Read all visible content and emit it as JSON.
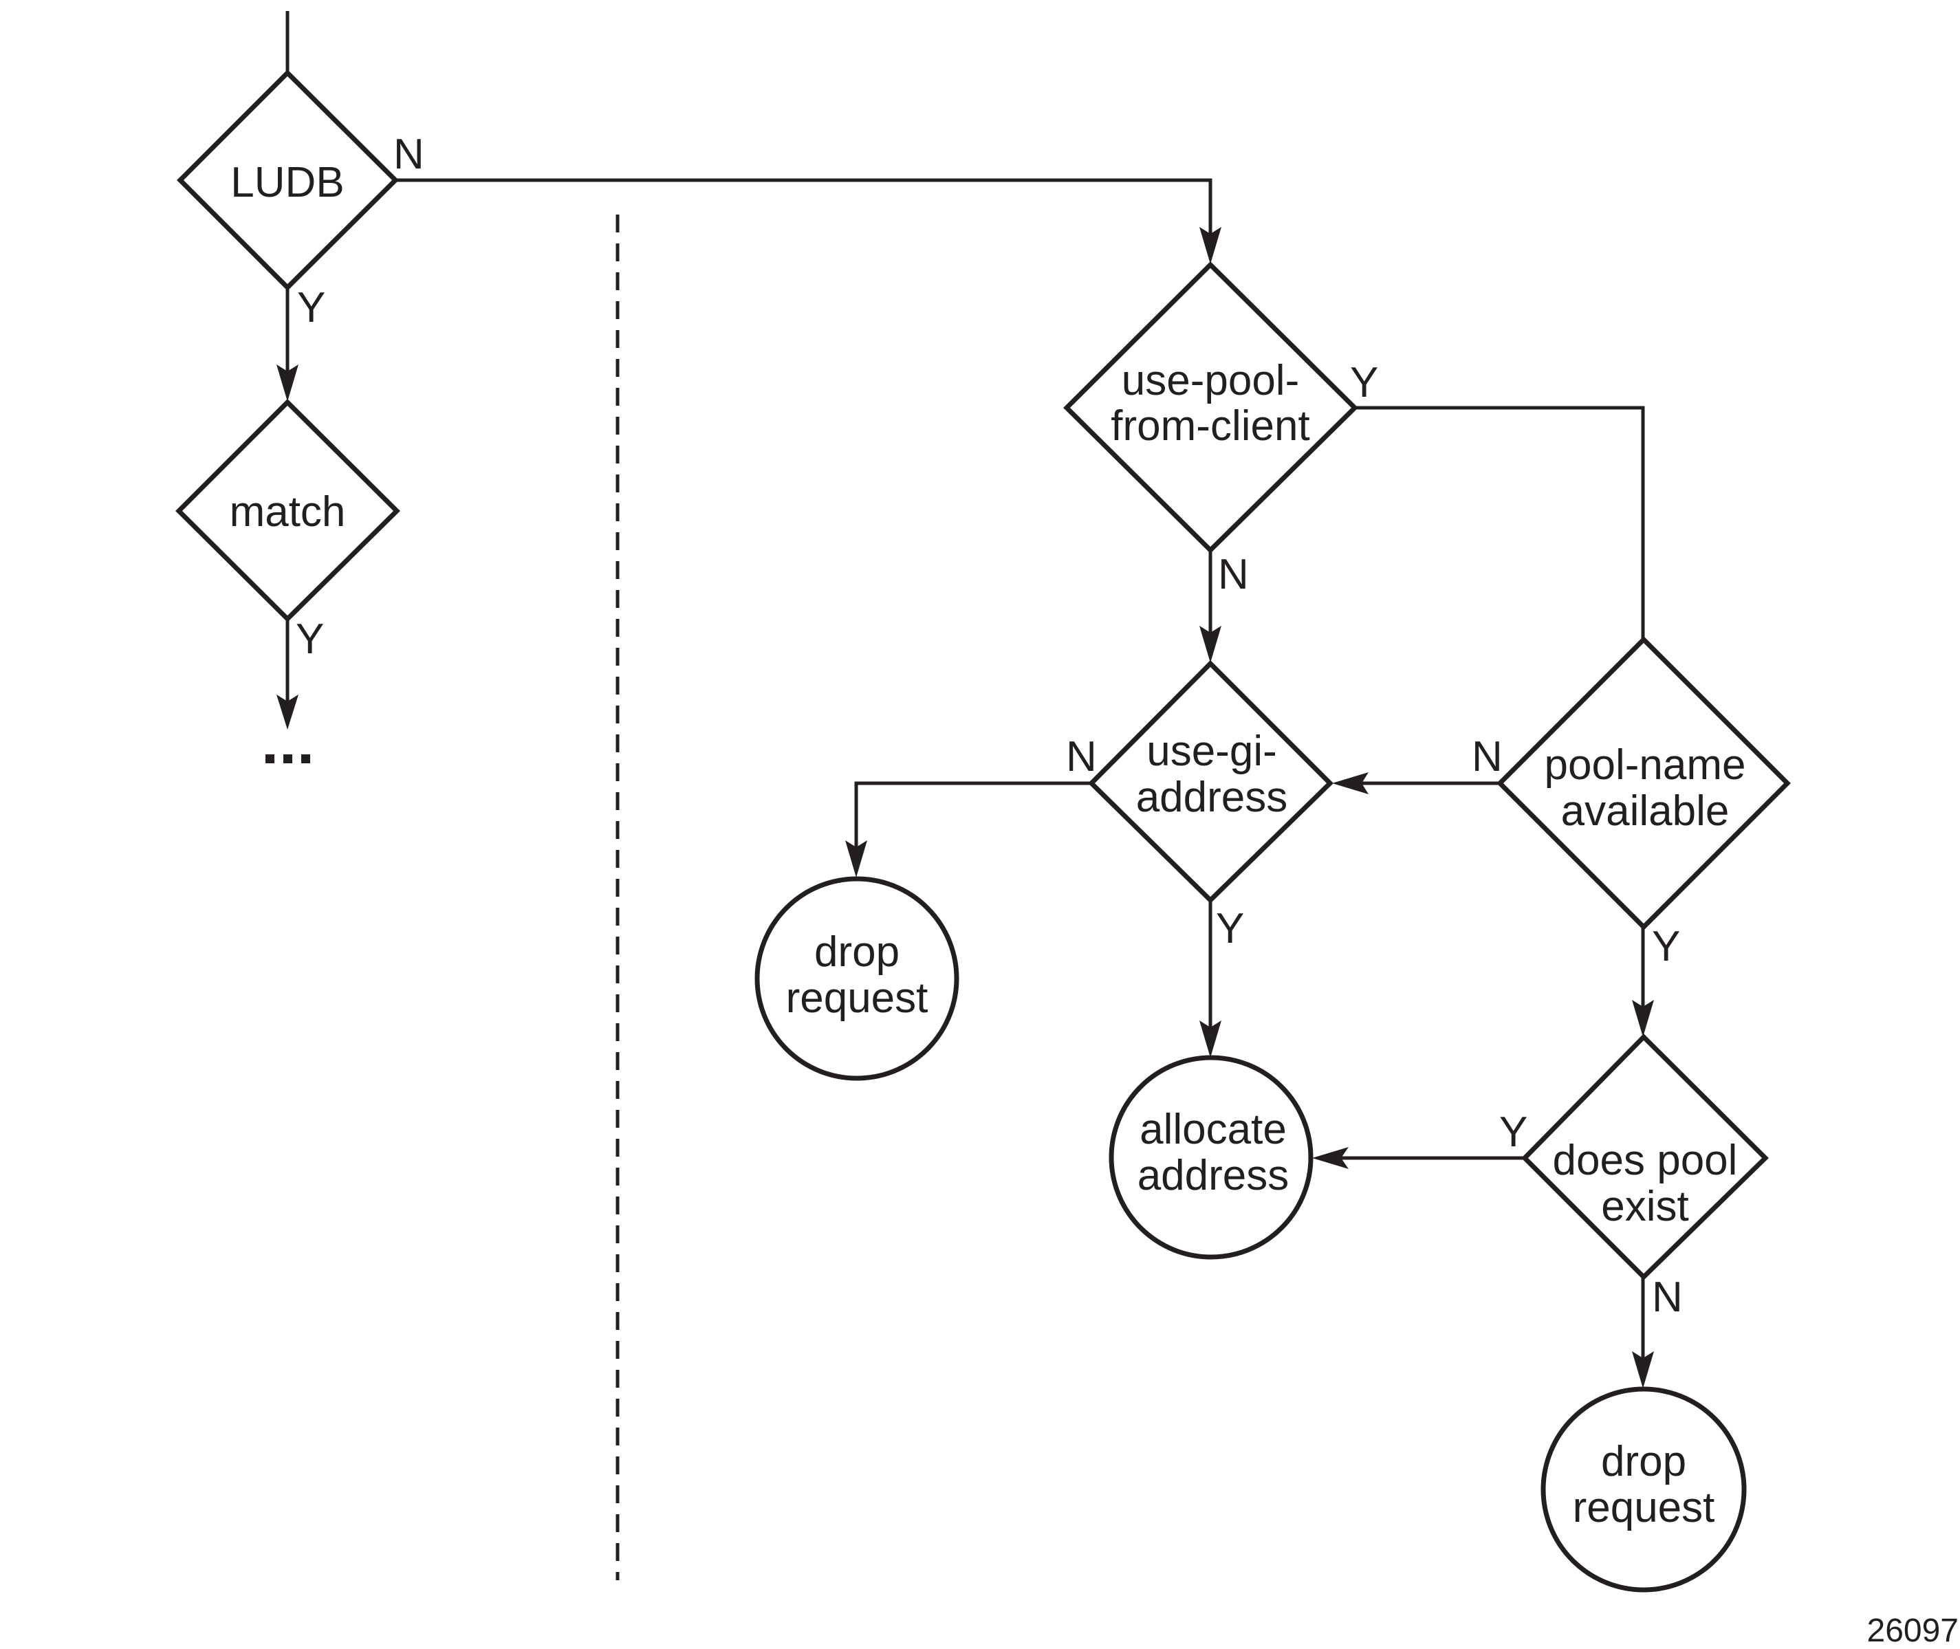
{
  "diagram": {
    "type": "flowchart",
    "figure_id": "26097",
    "ellipsis": "...",
    "nodes": [
      {
        "id": "ludb",
        "shape": "decision",
        "lines": [
          "LUDB"
        ]
      },
      {
        "id": "match",
        "shape": "decision",
        "lines": [
          "match"
        ]
      },
      {
        "id": "use_pool_from_client",
        "shape": "decision",
        "lines": [
          "use-pool-",
          "from-client"
        ]
      },
      {
        "id": "use_gi_address",
        "shape": "decision",
        "lines": [
          "use-gi-",
          "address"
        ]
      },
      {
        "id": "pool_name_available",
        "shape": "decision",
        "lines": [
          "pool-name",
          "available"
        ]
      },
      {
        "id": "does_pool_exist",
        "shape": "decision",
        "lines": [
          "does pool",
          "exist"
        ]
      },
      {
        "id": "drop_request_1",
        "shape": "terminal",
        "lines": [
          "drop",
          "request"
        ]
      },
      {
        "id": "allocate_address",
        "shape": "terminal",
        "lines": [
          "allocate",
          "address"
        ]
      },
      {
        "id": "drop_request_2",
        "shape": "terminal",
        "lines": [
          "drop",
          "request"
        ]
      }
    ],
    "edges": [
      {
        "from": "ludb",
        "to": "match",
        "label": "Y"
      },
      {
        "from": "ludb",
        "to": "use_pool_from_client",
        "label": "N"
      },
      {
        "from": "match",
        "to": "continuation",
        "label": "Y"
      },
      {
        "from": "use_pool_from_client",
        "to": "pool_name_available",
        "label": "Y"
      },
      {
        "from": "use_pool_from_client",
        "to": "use_gi_address",
        "label": "N"
      },
      {
        "from": "use_gi_address",
        "to": "drop_request_1",
        "label": "N"
      },
      {
        "from": "use_gi_address",
        "to": "allocate_address",
        "label": "Y"
      },
      {
        "from": "pool_name_available",
        "to": "use_gi_address",
        "label": "N"
      },
      {
        "from": "pool_name_available",
        "to": "does_pool_exist",
        "label": "Y"
      },
      {
        "from": "does_pool_exist",
        "to": "allocate_address",
        "label": "Y"
      },
      {
        "from": "does_pool_exist",
        "to": "drop_request_2",
        "label": "N"
      }
    ]
  }
}
